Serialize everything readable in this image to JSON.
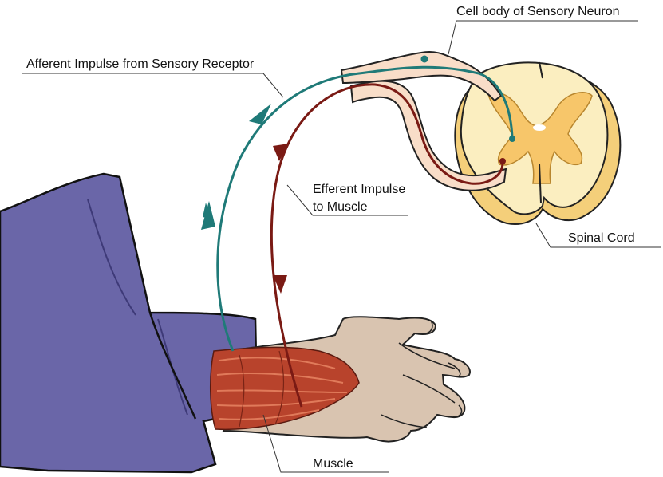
{
  "labels": {
    "cell_body": "Cell body of Sensory Neuron",
    "afferent": "Afferent Impulse from Sensory Receptor",
    "efferent_line1": "Efferent Impulse",
    "efferent_line2": "to Muscle",
    "spinal_cord": "Spinal Cord",
    "muscle": "Muscle"
  },
  "colors": {
    "afferent_path": "#1f7a78",
    "efferent_path": "#7a1a14",
    "sleeve": "#6a66a8",
    "skin": "#d9c4b0",
    "muscle": "#b8432c",
    "cord_outer": "#fbeec0",
    "cord_inner": "#f7c66a"
  }
}
